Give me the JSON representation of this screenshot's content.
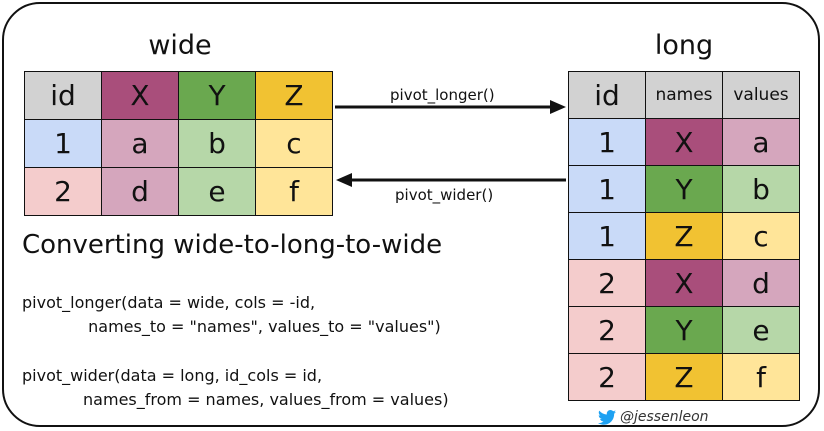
{
  "colors": {
    "header_gray": "#d2d2d2",
    "x_purple": "#a94e7b",
    "y_green": "#6aa84f",
    "z_yellow": "#f1c232",
    "id1_blue": "#c9daf8",
    "id2_pink": "#f4cccc",
    "x_light": "#d5a6bd",
    "y_light": "#b6d7a8",
    "z_light": "#ffe599",
    "twitter_blue": "#1da1f2"
  },
  "wide": {
    "title": "wide",
    "header": [
      "id",
      "X",
      "Y",
      "Z"
    ],
    "rows": [
      [
        "1",
        "a",
        "b",
        "c"
      ],
      [
        "2",
        "d",
        "e",
        "f"
      ]
    ]
  },
  "long": {
    "title": "long",
    "header": [
      "id",
      "names",
      "values"
    ],
    "rows": [
      [
        "1",
        "X",
        "a"
      ],
      [
        "1",
        "Y",
        "b"
      ],
      [
        "1",
        "Z",
        "c"
      ],
      [
        "2",
        "X",
        "d"
      ],
      [
        "2",
        "Y",
        "e"
      ],
      [
        "2",
        "Z",
        "f"
      ]
    ]
  },
  "arrows": {
    "longer_label": "pivot_longer()",
    "wider_label": "pivot_wider()"
  },
  "heading": "Converting wide-to-long-to-wide",
  "code": {
    "longer_line1": "pivot_longer(data = wide, cols = -id,",
    "longer_line2": "             names_to = \"names\", values_to = \"values\")",
    "wider_line1": "pivot_wider(data = long, id_cols = id,",
    "wider_line2": "            names_from = names, values_from = values)"
  },
  "credit": {
    "icon": "twitter-bird-icon",
    "handle": "@jessenleon"
  }
}
